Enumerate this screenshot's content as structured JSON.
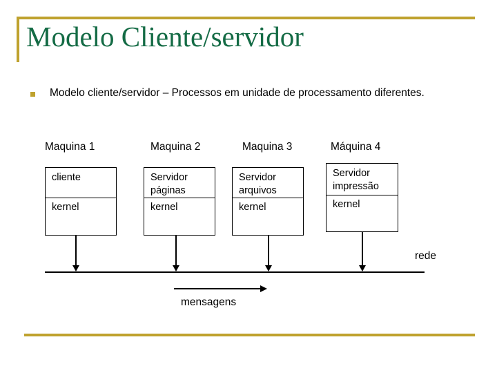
{
  "slide": {
    "title": "Modelo Cliente/servidor",
    "accent_gold": "#bfa22e",
    "title_green": "#146b45",
    "bullet": {
      "marker": "square-bullet",
      "text": "Modelo cliente/servidor – Processos em unidade de processamento diferentes."
    },
    "diagram": {
      "columns": [
        {
          "header": "Maquina 1",
          "upper": "cliente",
          "lower": "kernel"
        },
        {
          "header": "Maquina 2",
          "upper": "Servidor páginas",
          "lower": "kernel"
        },
        {
          "header": "Maquina 3",
          "upper": "Servidor arquivos",
          "lower": "kernel"
        },
        {
          "header": "Máquina 4",
          "upper": "Servidor impressão",
          "lower": "kernel"
        }
      ],
      "network_label": "rede",
      "messages_label": "mensagens"
    }
  }
}
